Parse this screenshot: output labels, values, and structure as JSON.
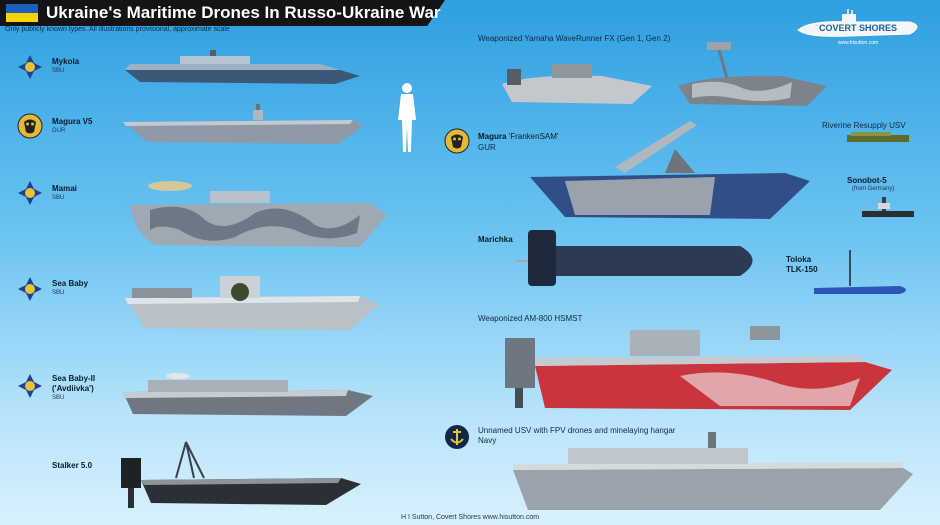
{
  "header": {
    "title": "Ukraine's Maritime Drones In Russo-Ukraine War",
    "subtitle": "Only publicly known types. All illustrations provisional, approximate scale"
  },
  "logo": {
    "name": "COVERT SHORES",
    "url": "www.hisutton.com"
  },
  "left_column": [
    {
      "name": "Mykola",
      "org": "SBU",
      "insignia": "sbu-icon"
    },
    {
      "name": "Magura V5",
      "org": "GUR",
      "insignia": "gur-owl-icon"
    },
    {
      "name": "Mamai",
      "org": "SBU",
      "insignia": "sbu-icon"
    },
    {
      "name": "Sea Baby",
      "org": "SBU",
      "insignia": "sbu-icon"
    },
    {
      "name": "Sea Baby-II",
      "name2": "('Avdiivka')",
      "org": "SBU",
      "insignia": "sbu-icon"
    },
    {
      "name": "Stalker 5.0",
      "org": ""
    }
  ],
  "right_column": {
    "waverunner": "Weaponized Yamaha WaveRunner FX (Gen 1, Gen 2)",
    "magura_fs": {
      "name": "Magura",
      "quote": "'FrankenSAM'",
      "org": "GUR"
    },
    "riverine": "Riverine Resupply USV",
    "sonobot": {
      "name": "Sonobot-5",
      "note": "(from Germany)"
    },
    "marichka": "Marichka",
    "toloka": {
      "name": "Toloka",
      "model": "TLK-150"
    },
    "am800": "Weaponized AM-800 HSMST",
    "navy_usv": {
      "name": "Unnamed USV with FPV drones and minelaying hangar",
      "org": "Navy"
    }
  },
  "footer": "H I Sutton, Covert Shores www.hisutton.com",
  "colors": {
    "hull_grey": "#9aa3ad",
    "hull_dark": "#3d4650",
    "navy_blue": "#2f4f86",
    "red_hull": "#c9353b"
  }
}
